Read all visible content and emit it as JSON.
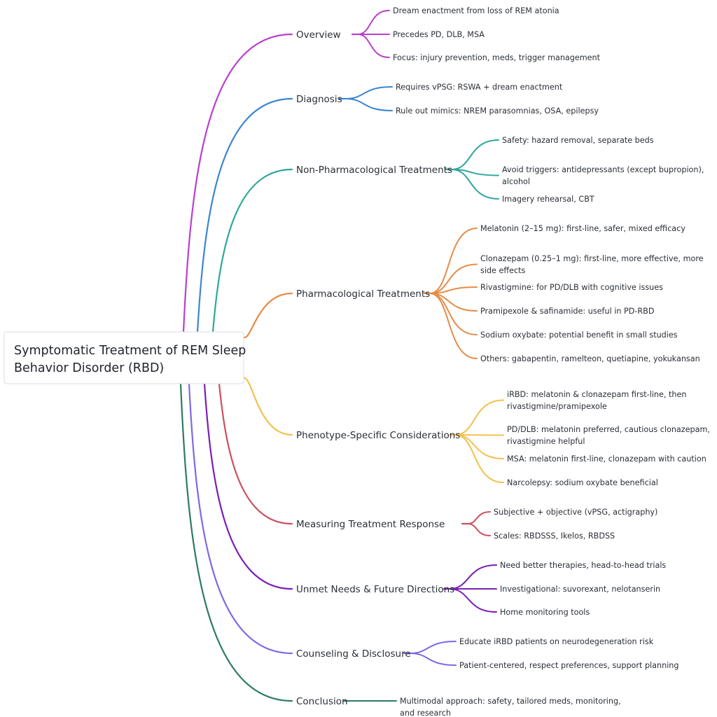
{
  "root": {
    "lines": [
      "Symptomatic Treatment of REM Sleep",
      "Behavior Disorder (RBD)"
    ]
  },
  "branches": [
    {
      "label": "Overview",
      "color": "#b93fcf",
      "leaves": [
        [
          "Dream enactment from loss of REM atonia"
        ],
        [
          "Precedes PD, DLB, MSA"
        ],
        [
          "Focus: injury prevention, meds, trigger management"
        ]
      ]
    },
    {
      "label": "Diagnosis",
      "color": "#3c86d0",
      "leaves": [
        [
          "Requires vPSG: RSWA + dream enactment"
        ],
        [
          "Rule out mimics: NREM parasomnias, OSA, epilepsy"
        ]
      ]
    },
    {
      "label": "Non-Pharmacological Treatments",
      "color": "#2ea79b",
      "leaves": [
        [
          "Safety: hazard removal, separate beds"
        ],
        [
          "Avoid triggers: antidepressants (except bupropion),",
          "alcohol"
        ],
        [
          "Imagery rehearsal, CBT"
        ]
      ]
    },
    {
      "label": "Pharmacological Treatments",
      "color": "#e78b47",
      "leaves": [
        [
          "Melatonin (2–15 mg): first-line, safer, mixed efficacy"
        ],
        [
          "Clonazepam (0.25–1 mg): first-line, more effective, more",
          "side effects"
        ],
        [
          "Rivastigmine: for PD/DLB with cognitive issues"
        ],
        [
          "Pramipexole & safinamide: useful in PD-RBD"
        ],
        [
          "Sodium oxybate: potential benefit in small studies"
        ],
        [
          "Others: gabapentin, ramelteon, quetiapine, yokukansan"
        ]
      ]
    },
    {
      "label": "Phenotype-Specific Considerations",
      "color": "#f2c14e",
      "leaves": [
        [
          "iRBD: melatonin & clonazepam first-line, then",
          "rivastigmine/pramipexole"
        ],
        [
          "PD/DLB: melatonin preferred, cautious clonazepam,",
          "rivastigmine helpful"
        ],
        [
          "MSA: melatonin first-line, clonazepam with caution"
        ],
        [
          "Narcolepsy: sodium oxybate beneficial"
        ]
      ]
    },
    {
      "label": "Measuring Treatment Response",
      "color": "#cc4f5f",
      "leaves": [
        [
          "Subjective + objective (vPSG, actigraphy)"
        ],
        [
          "Scales: RBDSSS, Ikelos, RBDSS"
        ]
      ]
    },
    {
      "label": "Unmet Needs & Future Directions",
      "color": "#7a1fb5",
      "leaves": [
        [
          "Need better therapies, head-to-head trials"
        ],
        [
          "Investigational: suvorexant, nelotanserin"
        ],
        [
          "Home monitoring tools"
        ]
      ]
    },
    {
      "label": "Counseling & Disclosure",
      "color": "#7d69e6",
      "leaves": [
        [
          "Educate iRBD patients on neurodegeneration risk"
        ],
        [
          "Patient-centered, respect preferences, support planning"
        ]
      ]
    },
    {
      "label": "Conclusion",
      "color": "#2d7a66",
      "leaves": [
        [
          "Multimodal approach: safety, tailored meds, monitoring,",
          "and research"
        ]
      ]
    }
  ]
}
